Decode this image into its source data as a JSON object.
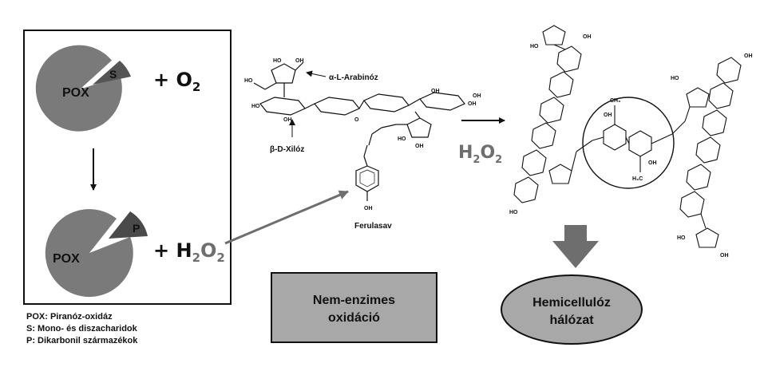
{
  "pox_panel": {
    "enzyme_label": "POX",
    "substrate_label": "S",
    "product_label": "P",
    "plus_o2": "+ O",
    "o2_subscript": "2",
    "plus_h2o2_plus": "+ H",
    "h2o2_sub1": "2",
    "h2o2_mid": "O",
    "h2o2_sub2": "2"
  },
  "legend": [
    "POX: Piranóz-oxidáz",
    "S: Mono- és diszacharidok",
    "P: Dikarbonil származékok"
  ],
  "structure": {
    "arabinose_label": "α-L-Arabinóz",
    "xylose_label": "β-D-Xilóz",
    "ferulic_label": "Ferulasav",
    "atom_oh": "OH",
    "atom_ho": "HO",
    "atom_o": "O",
    "atom_ch3": "CH₃",
    "atom_h3c": "H₃C"
  },
  "reaction": {
    "h2o2_main": "H",
    "h2o2_sub1": "2",
    "h2o2_o": "O",
    "h2o2_sub2": "2"
  },
  "boxes": {
    "nonenzymatic_line1": "Nem-enzimes",
    "nonenzymatic_line2": "oxidáció",
    "network_line1": "Hemicellulóz",
    "network_line2": "hálózat"
  },
  "colors": {
    "pie_gray": "#7a7a7a",
    "dark_gray": "#4a4a4a",
    "box_fill": "#a8a8a8",
    "arrow_gray": "#6e6e6e"
  }
}
